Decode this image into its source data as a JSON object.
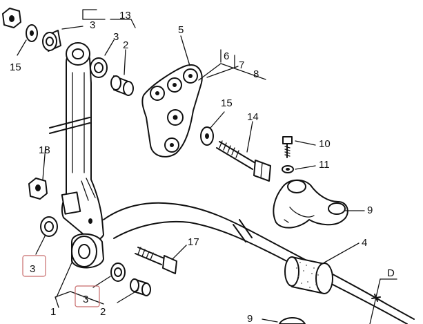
{
  "labels": {
    "l1": "1",
    "l2a": "2",
    "l2b": "2",
    "l3a": "3",
    "l3b": "3",
    "l3c": "3",
    "l3d": "3",
    "l4": "4",
    "l5": "5",
    "l6": "6",
    "l7": "7",
    "l8": "8",
    "l9a": "9",
    "l9b": "9",
    "l10": "10",
    "l11": "11",
    "l13": "13",
    "l14": "14",
    "l15a": "15",
    "l15b": "15",
    "l17": "17",
    "l18": "18",
    "lD": "D"
  },
  "colors": {
    "ink": "#111111",
    "callout_box": "#c76b6b"
  }
}
